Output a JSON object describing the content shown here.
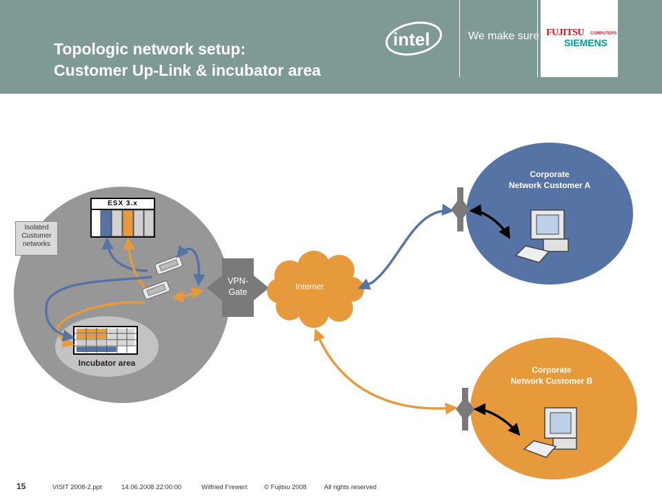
{
  "title": {
    "line1": "Topologic network setup:",
    "line2": "Customer Up-Link & incubator area"
  },
  "logos": {
    "intel": "intel",
    "slogan": "We make sure",
    "fujitsu": "FUJITSU",
    "computers": "COMPUTERS",
    "siemens": "SIEMENS"
  },
  "diagram": {
    "esx": "ESX 3.x",
    "isolated_line1": "Isolated",
    "isolated_line2": "Customer",
    "isolated_line3": "networks",
    "incubator": "Incubator area",
    "vpn_line1": "VPN-",
    "vpn_line2": "Gate",
    "internet": "Internet",
    "corp_a_line1": "Corporate",
    "corp_a_line2": "Network Customer A",
    "corp_b_line1": "Corporate",
    "corp_b_line2": "Network Customer B"
  },
  "colors": {
    "header": "#7f9a95",
    "blue": "#5673a6",
    "orange": "#e79a3c",
    "gray": "#979797"
  },
  "footer": {
    "page": "15",
    "file": "VISIT 2008-2.ppt",
    "date": "14.06.2008 22:00:00",
    "author": "Wilfried Frewert",
    "copyright": "© Fujitsu 2008",
    "rights": "All rights reserved"
  }
}
